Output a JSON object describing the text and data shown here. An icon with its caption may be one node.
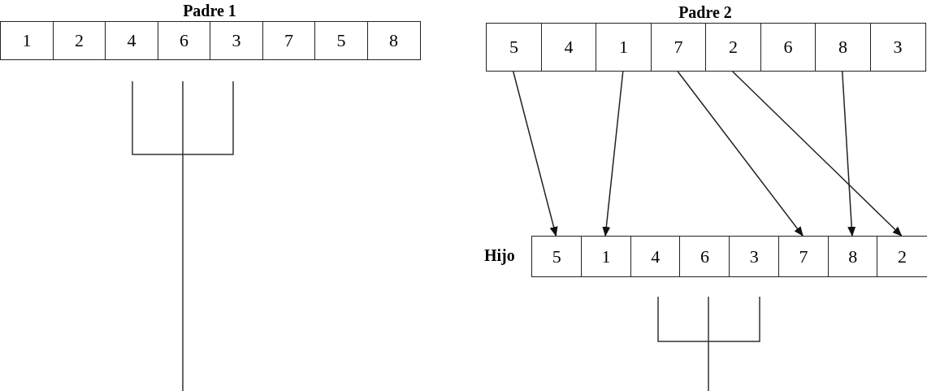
{
  "diagram": {
    "nodes": [
      {
        "text": [
          "Padre 1"
        ]
      },
      {
        "text": [
          "1"
        ],
        "in": 0
      },
      {
        "text": [
          "2"
        ],
        "in": 0
      },
      {
        "text": [
          "4"
        ],
        "in": 0
      },
      {
        "text": [
          "6"
        ],
        "in": 0
      },
      {
        "text": [
          "3"
        ],
        "in": 0
      },
      {
        "text": [
          "7"
        ],
        "in": 0
      },
      {
        "text": [
          "5"
        ],
        "in": 0
      },
      {
        "text": [
          "8"
        ],
        "in": 0
      },
      {
        "text": [
          "Padre 2"
        ]
      },
      {
        "text": [
          "5"
        ],
        "in": 9
      },
      {
        "text": [
          "4"
        ],
        "in": 9
      },
      {
        "text": [
          "1"
        ],
        "in": 9
      },
      {
        "text": [
          "7"
        ],
        "in": 9
      },
      {
        "text": [
          "2"
        ],
        "in": 9
      },
      {
        "text": [
          "6"
        ],
        "in": 9
      },
      {
        "text": [
          "8"
        ],
        "in": 9
      },
      {
        "text": [
          "3"
        ],
        "in": 9
      },
      {
        "text": [
          "Hijo"
        ]
      },
      {
        "text": [
          "5"
        ],
        "in": 18
      },
      {
        "text": [
          "1"
        ],
        "in": 18
      },
      {
        "text": [
          "4"
        ],
        "in": 18
      },
      {
        "text": [
          "6"
        ],
        "in": 18
      },
      {
        "text": [
          "3"
        ],
        "in": 18
      },
      {
        "text": [
          "7"
        ],
        "in": 18
      },
      {
        "text": [
          "8"
        ],
        "in": 18
      },
      {
        "text": [
          "2"
        ],
        "in": 18
      }
    ],
    "edges": [
      {
        "from": 10,
        "to": 19,
        "arrow": "to"
      },
      {
        "from": 12,
        "to": 20,
        "arrow": "to"
      },
      {
        "from": 13,
        "to": 24,
        "arrow": "to"
      },
      {
        "from": 14,
        "to": 26,
        "arrow": "to"
      },
      {
        "from": 16,
        "to": 25,
        "arrow": "to"
      }
    ]
  }
}
